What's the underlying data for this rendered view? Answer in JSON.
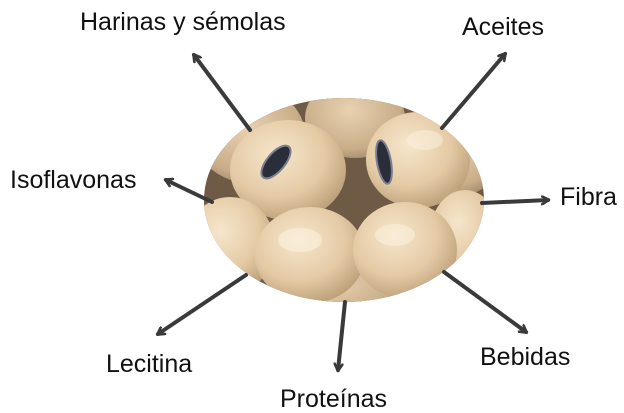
{
  "products": [
    {
      "key": "harinas",
      "label": "Harinas y sémolas"
    },
    {
      "key": "aceites",
      "label": "Aceites"
    },
    {
      "key": "isoflavonas",
      "label": "Isoflavonas"
    },
    {
      "key": "fibra",
      "label": "Fibra"
    },
    {
      "key": "lecitina",
      "label": "Lecitina"
    },
    {
      "key": "proteinas",
      "label": "Proteínas"
    },
    {
      "key": "bebidas",
      "label": "Bebidas"
    }
  ],
  "colors": {
    "arrow": "#3a3a3a",
    "bean_light": "#efd8b6",
    "bean_mid": "#dcc09a",
    "bean_shadow": "#8f7a5e",
    "hilum": "#2a2d3a",
    "text": "#111111"
  }
}
